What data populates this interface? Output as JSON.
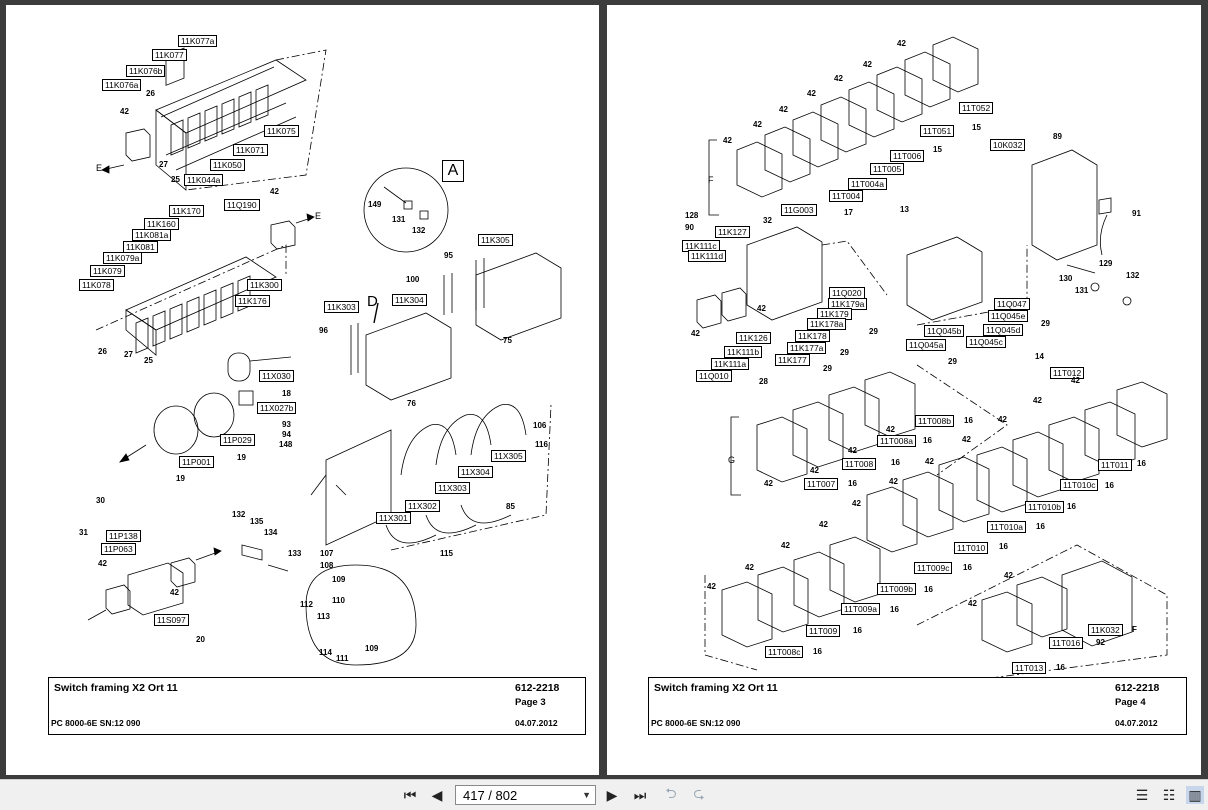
{
  "viewer": {
    "page_indicator": "417 / 802",
    "toolbar": {
      "first_icon": "skip-to-first-icon",
      "prev_icon": "previous-page-icon",
      "next_icon": "next-page-icon",
      "last_icon": "skip-to-last-icon",
      "rotate_left_icon": "rotate-left-icon",
      "rotate_right_icon": "rotate-right-icon",
      "single_page_icon": "single-page-view-icon",
      "continuous_icon": "continuous-view-icon",
      "two_page_icon": "two-page-view-icon"
    }
  },
  "page_left": {
    "title": "Switch framing X2 Ort 11",
    "doc_number": "612-2218",
    "page": "Page 3",
    "model": "PC 8000-6E SN:12 090",
    "date": "04.07.2012",
    "detail_marker": "A",
    "labels": [
      "11K077a",
      "11K077",
      "11K076b",
      "11K076a",
      "11K075",
      "11K071",
      "11K050",
      "11K044a",
      "11K170",
      "11Q190",
      "11K160",
      "11K081a",
      "11K081",
      "11K079a",
      "11K079",
      "11K078",
      "11K300",
      "11K176",
      "11K305",
      "11K304",
      "11K303",
      "11X030",
      "11X027b",
      "11P029",
      "11P001",
      "11P138",
      "11P063",
      "11S097",
      "11X305",
      "11X304",
      "11X303",
      "11X302",
      "11X301"
    ],
    "numbers": [
      "42",
      "26",
      "27",
      "25",
      "149",
      "131",
      "132",
      "95",
      "100",
      "96",
      "76",
      "75",
      "18",
      "93",
      "94",
      "148",
      "19",
      "30",
      "31",
      "20",
      "106",
      "116",
      "85",
      "115",
      "107",
      "108",
      "109",
      "110",
      "112",
      "113",
      "114",
      "111",
      "135",
      "134",
      "133",
      "A",
      "D",
      "E"
    ]
  },
  "page_right": {
    "title": "Switch framing X2 Ort 11",
    "doc_number": "612-2218",
    "page": "Page 4",
    "model": "PC 8000-6E SN:12 090",
    "date": "04.07.2012",
    "labels": [
      "11T052",
      "11T051",
      "11T006",
      "11T005",
      "11T004a",
      "11T004",
      "11G003",
      "10K032",
      "11K127",
      "11K111c",
      "11K111d",
      "11Q020",
      "11K179a",
      "11K179",
      "11K178a",
      "11K178",
      "11K177a",
      "11K177",
      "11K126",
      "11K111b",
      "11K111a",
      "11Q010",
      "11Q047",
      "11Q045e",
      "11Q045d",
      "11Q045c",
      "11Q045b",
      "11Q045a",
      "11T012",
      "11T008b",
      "11T008a",
      "11T008",
      "11T007",
      "11T011",
      "11T010c",
      "11T010b",
      "11T010a",
      "11T010",
      "11T009c",
      "11T009b",
      "11T009a",
      "11T009",
      "11T008c",
      "11K032",
      "11T016",
      "11T013"
    ],
    "numbers": [
      "42",
      "15",
      "13",
      "17",
      "89",
      "91",
      "130",
      "129",
      "131",
      "132",
      "128",
      "90",
      "32",
      "28",
      "29",
      "14",
      "16",
      "92",
      "F",
      "G"
    ]
  }
}
